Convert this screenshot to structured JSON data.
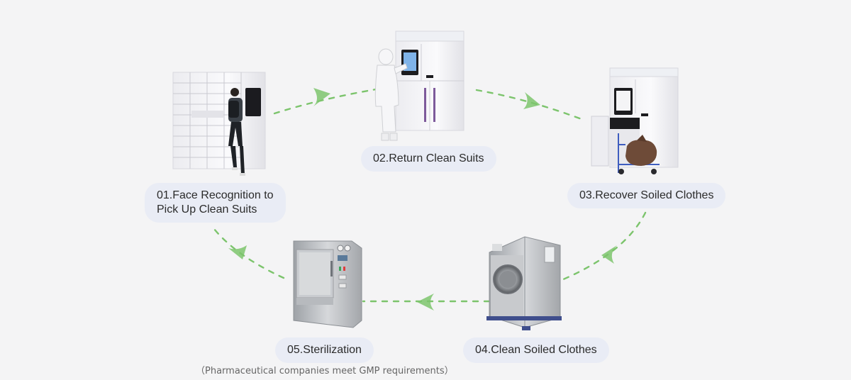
{
  "steps": [
    {
      "id": "01",
      "label_line1": "01.Face Recognition to",
      "label_line2": "Pick Up Clean Suits"
    },
    {
      "id": "02",
      "label": "02.Return Clean Suits"
    },
    {
      "id": "03",
      "label": "03.Recover Soiled Clothes"
    },
    {
      "id": "04",
      "label": "04.Clean Soiled Clothes"
    },
    {
      "id": "05",
      "label": "05.Sterilization"
    }
  ],
  "note": "（Pharmaceutical companies meet GMP requirements）",
  "colors": {
    "background": "#f4f4f5",
    "pill": "#e9ecf5",
    "arrow": "#7cc46c",
    "machine_white": "#f7f7f9",
    "steel": "#b5b8bc"
  },
  "icons": [
    "smart-locker-illustration",
    "return-cabinet-illustration",
    "recovery-cabinet-illustration",
    "washing-machine-illustration",
    "sterilizer-illustration",
    "flow-arrow-icon"
  ]
}
